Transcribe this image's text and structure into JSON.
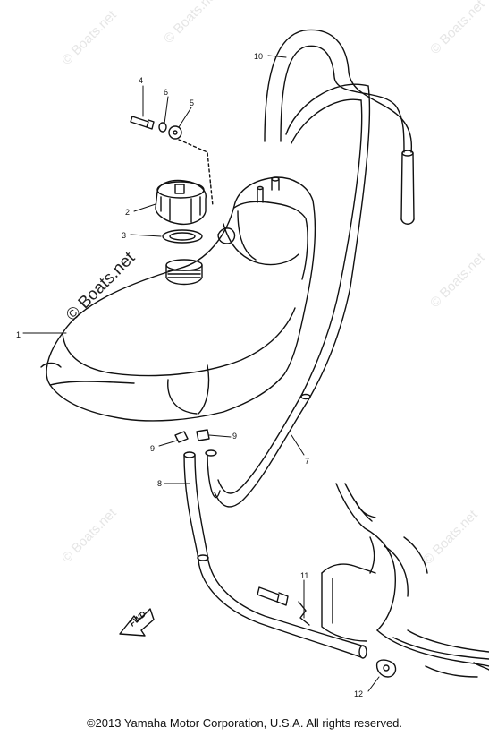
{
  "watermarks": {
    "faint": [
      "© Boats.net",
      "© Boats.net",
      "© Boats.net",
      "© Boats.net",
      "© Boats.net",
      "© Boats.net"
    ],
    "dark": "© Boats.net"
  },
  "callouts": [
    "1",
    "2",
    "3",
    "4",
    "5",
    "6",
    "7",
    "8",
    "9",
    "9",
    "10",
    "11",
    "12"
  ],
  "fwd_label": "FWD",
  "copyright": "©2013 Yamaha Motor Corporation, U.S.A. All rights reserved."
}
